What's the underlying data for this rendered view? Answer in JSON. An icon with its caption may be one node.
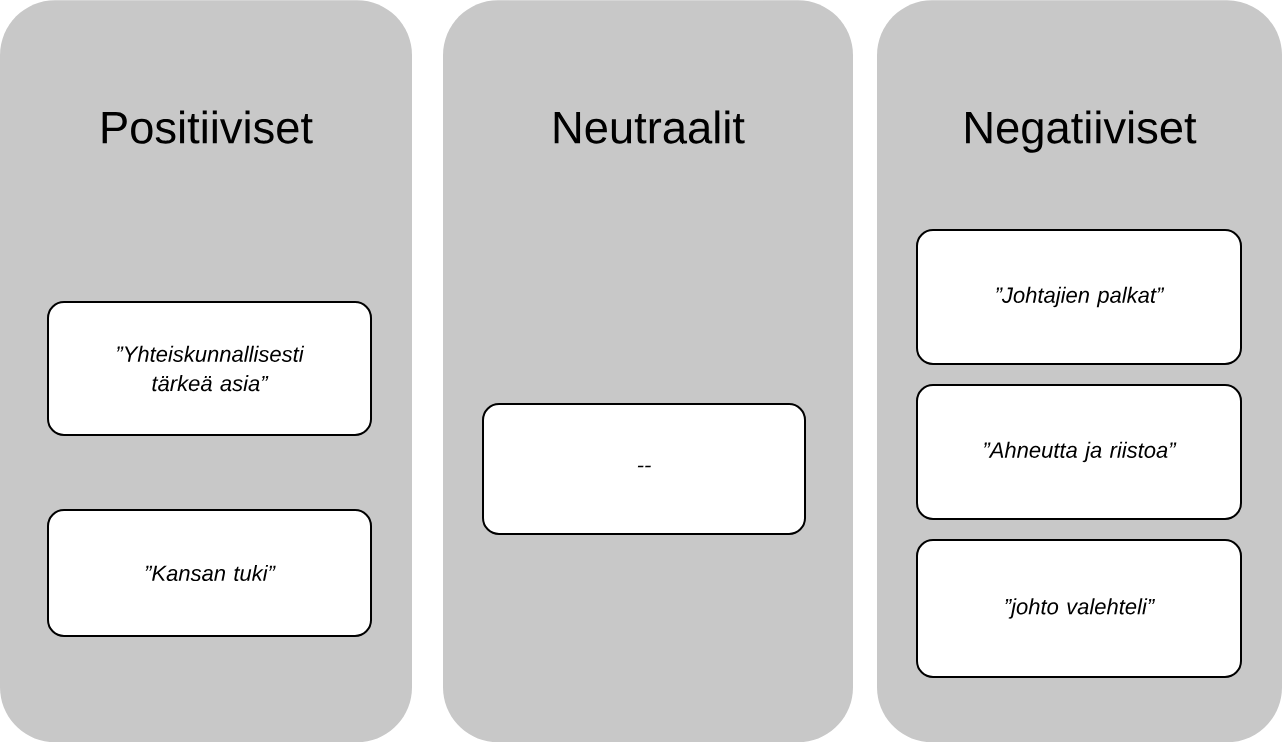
{
  "diagram": {
    "nodes": [
      {
        "text": [
          "Positiiviset"
        ]
      },
      {
        "text": [
          "”Yhteiskunnallisesti tärkeä asia”"
        ],
        "in": 0
      },
      {
        "text": [
          "”Kansan tuki”"
        ],
        "in": 0
      },
      {
        "text": [
          "Neutraalit"
        ]
      },
      {
        "text": [
          "--"
        ],
        "in": 3
      },
      {
        "text": [
          "Negatiiviset"
        ]
      },
      {
        "text": [
          "”Johtajien palkat”"
        ],
        "in": 5
      },
      {
        "text": [
          "”Ahneutta ja riistoa”"
        ],
        "in": 5
      },
      {
        "text": [
          "”johto valehteli”"
        ],
        "in": 5
      }
    ]
  }
}
